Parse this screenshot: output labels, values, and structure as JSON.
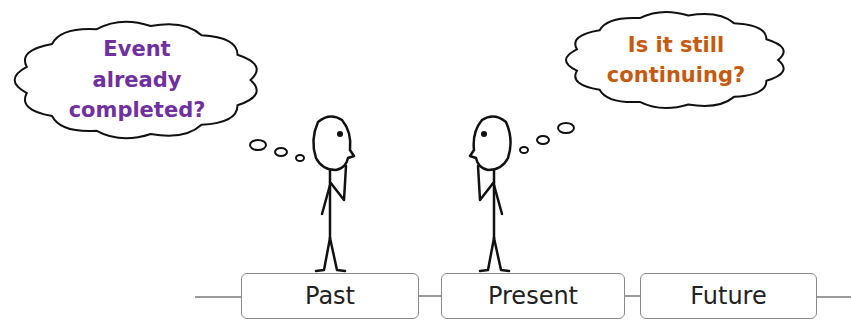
{
  "diagram": {
    "nodes": [
      {
        "text": [
          "Event already completed?"
        ]
      },
      {
        "text": [
          "Is it still continuing?"
        ]
      },
      {
        "text": [
          "Past"
        ]
      },
      {
        "text": [
          "Present"
        ]
      },
      {
        "text": [
          "Future"
        ]
      }
    ],
    "edges": [
      {
        "from": 2,
        "to": 3,
        "arrow": "none"
      },
      {
        "from": 3,
        "to": 4,
        "arrow": "none"
      }
    ]
  }
}
